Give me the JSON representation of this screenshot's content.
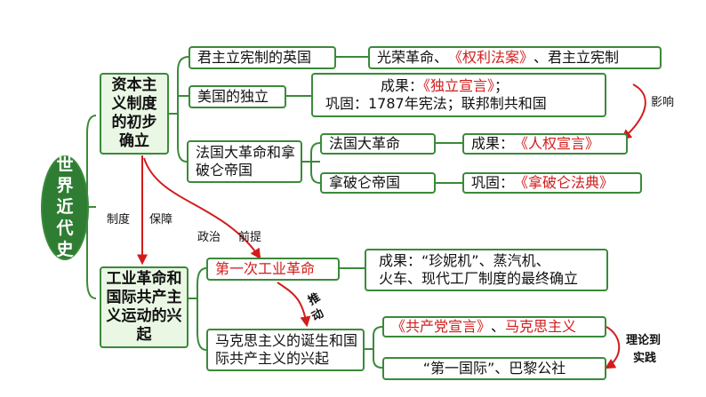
{
  "root": "世界近代史",
  "branches": {
    "capitalism": "资本主义制度的初步确立",
    "industry": "工业革命和国际共产主义运动的兴起"
  },
  "nodes": {
    "britain": "君主立宪制的英国",
    "britain_detail": {
      "p1": "光荣革命、",
      "p2": "《权利法案》",
      "p3": "、君主立宪制"
    },
    "usa": "美国的独立",
    "usa_detail": {
      "l1a": "成果：",
      "l1b": "《独立宣言》",
      "l1c": "；",
      "l2": "巩固：1787年宪法；联邦制共和国"
    },
    "france": "法国大革命和拿破仑帝国",
    "french_rev": "法国大革命",
    "french_rev_detail": {
      "a": "成果：",
      "b": "《人权宣言》"
    },
    "napoleon": "拿破仑帝国",
    "napoleon_detail": {
      "a": "巩固：",
      "b": "《拿破仑法典》"
    },
    "ind_rev": "第一次工业革命",
    "ind_rev_detail": {
      "l1": "成果：“珍妮机”、蒸汽机、",
      "l2": "火车、现代工厂制度的最终确立"
    },
    "marxism": "马克思主义的诞生和国际共产主义的兴起",
    "marxism_top": {
      "a": "《共产党宣言》",
      "b": "、",
      "c": "马克思主义"
    },
    "marxism_bottom": "“第一国际”、巴黎公社"
  },
  "labels": {
    "influence": "影响",
    "system": "制度",
    "guarantee": "保障",
    "politics": "政治",
    "premise": "前提",
    "push1": "推",
    "push2": "动",
    "theory1": "理论到",
    "theory2": "实践"
  },
  "colors": {
    "border": "#3a8a3a",
    "accent": "#d21c1c",
    "root_fill": "#2e7d32",
    "branch_fill": "#eaf7e4"
  }
}
